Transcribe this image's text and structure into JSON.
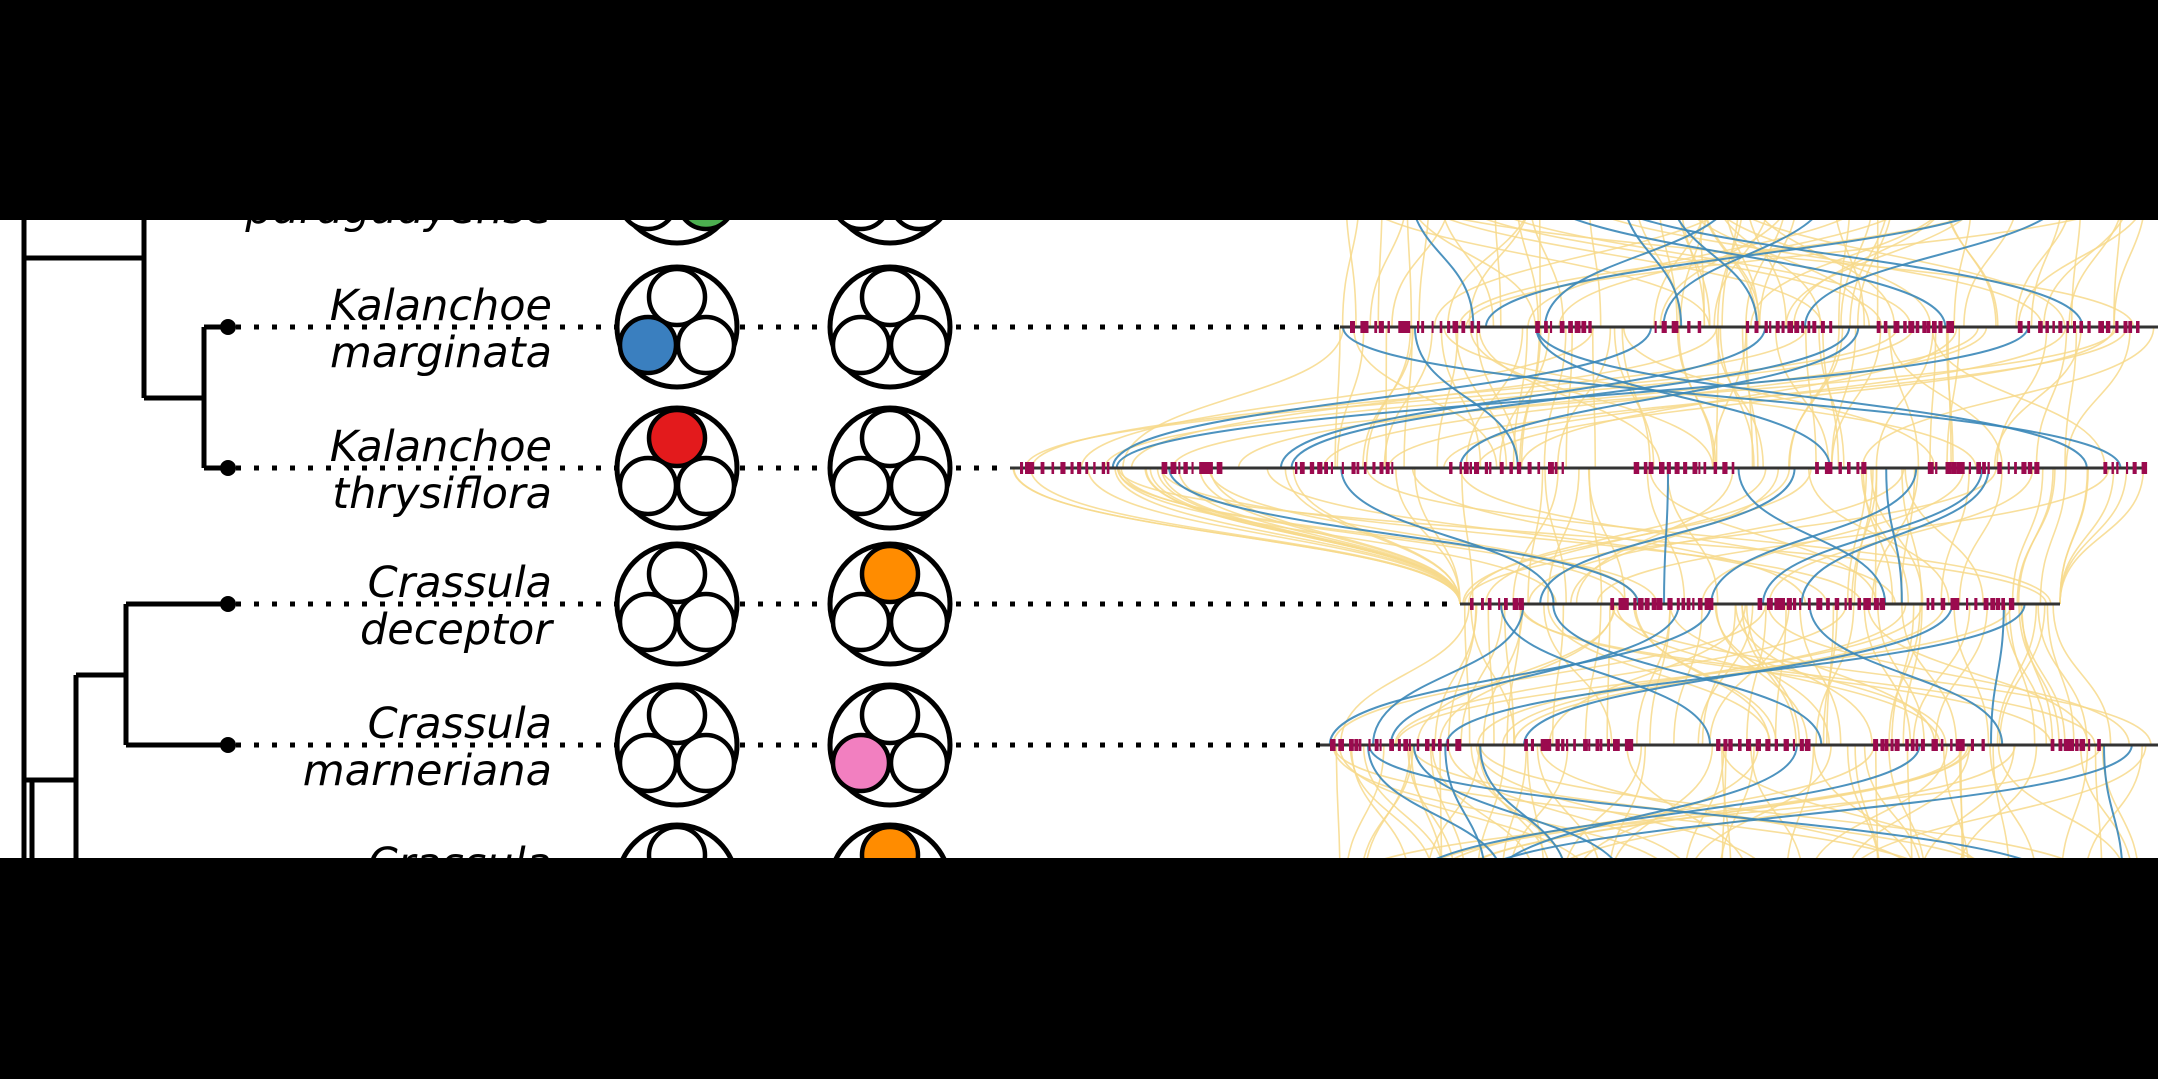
{
  "species": [
    {
      "genus": "",
      "epithet": "paraguayense",
      "filled": [
        {
          "circle": 0,
          "slot": "bottom-right",
          "color": "#4caf50"
        }
      ]
    },
    {
      "genus": "Kalanchoe",
      "epithet": "marginata",
      "filled": [
        {
          "circle": 0,
          "slot": "bottom-left",
          "color": "#3a7fbf"
        }
      ]
    },
    {
      "genus": "Kalanchoe",
      "epithet": "thrysiflora",
      "filled": [
        {
          "circle": 0,
          "slot": "top",
          "color": "#e31a1c"
        }
      ]
    },
    {
      "genus": "Crassula",
      "epithet": "deceptor",
      "filled": [
        {
          "circle": 1,
          "slot": "top",
          "color": "#ff8c00"
        }
      ]
    },
    {
      "genus": "Crassula",
      "epithet": "marneriana",
      "filled": [
        {
          "circle": 1,
          "slot": "bottom-left",
          "color": "#f27fc0"
        }
      ]
    },
    {
      "genus": "Crassula",
      "epithet": "",
      "filled": [
        {
          "circle": 1,
          "slot": "top",
          "color": "#ff8c00"
        }
      ]
    }
  ],
  "colors": {
    "gene_block": "#9b0a4e",
    "synteny_minor": "#f7d98b",
    "synteny_major": "#3a87b8",
    "line": "#000000",
    "background": "#ffffff"
  }
}
